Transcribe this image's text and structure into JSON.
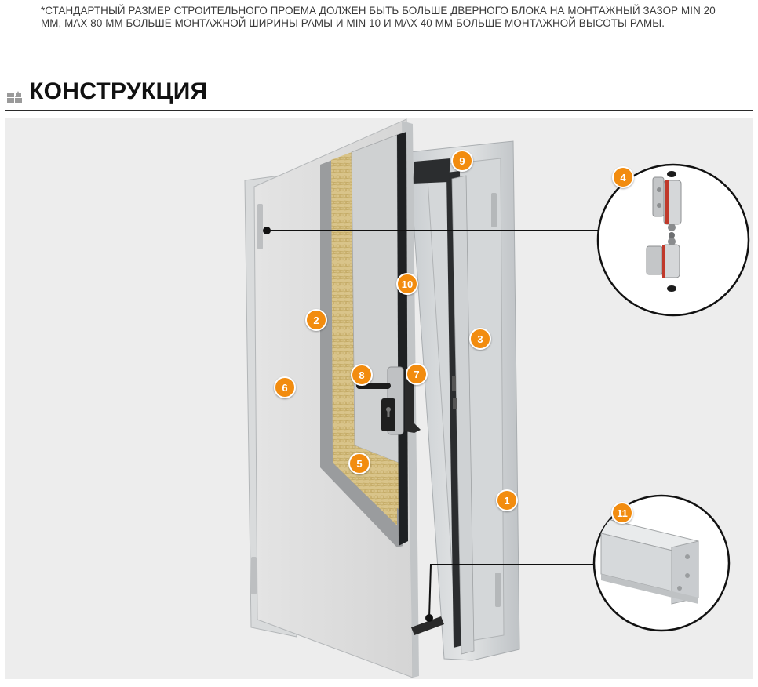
{
  "note": {
    "text": "*СТАНДАРТНЫЙ РАЗМЕР СТРОИТЕЛЬНОГО ПРОЕМА ДОЛЖЕН БЫТЬ БОЛЬШЕ ДВЕРНОГО БЛОКА НА МОНТАЖНЫЙ ЗАЗОР MIN 20 ММ, MAX  80 ММ БОЛЬШЕ МОНТАЖНОЙ ШИРИНЫ РАМЫ И MIN 10 И MAX 40 ММ БОЛЬШЕ МОНТАЖНОЙ ВЫСОТЫ РАМЫ."
  },
  "section": {
    "icon": "construction-section-icon",
    "title": "КОНСТРУКЦИЯ"
  },
  "diagram": {
    "background": "#ededed",
    "accent": "#f28c0f",
    "markers": [
      {
        "id": "1",
        "label": "1"
      },
      {
        "id": "2",
        "label": "2"
      },
      {
        "id": "3",
        "label": "3"
      },
      {
        "id": "4",
        "label": "4"
      },
      {
        "id": "5",
        "label": "5"
      },
      {
        "id": "6",
        "label": "6"
      },
      {
        "id": "7",
        "label": "7"
      },
      {
        "id": "8",
        "label": "8"
      },
      {
        "id": "9",
        "label": "9"
      },
      {
        "id": "10",
        "label": "10"
      },
      {
        "id": "11",
        "label": "11"
      }
    ],
    "callouts": [
      {
        "name": "hinge-detail-callout",
        "marker": "4"
      },
      {
        "name": "frame-profile-detail-callout",
        "marker": "11"
      }
    ]
  }
}
